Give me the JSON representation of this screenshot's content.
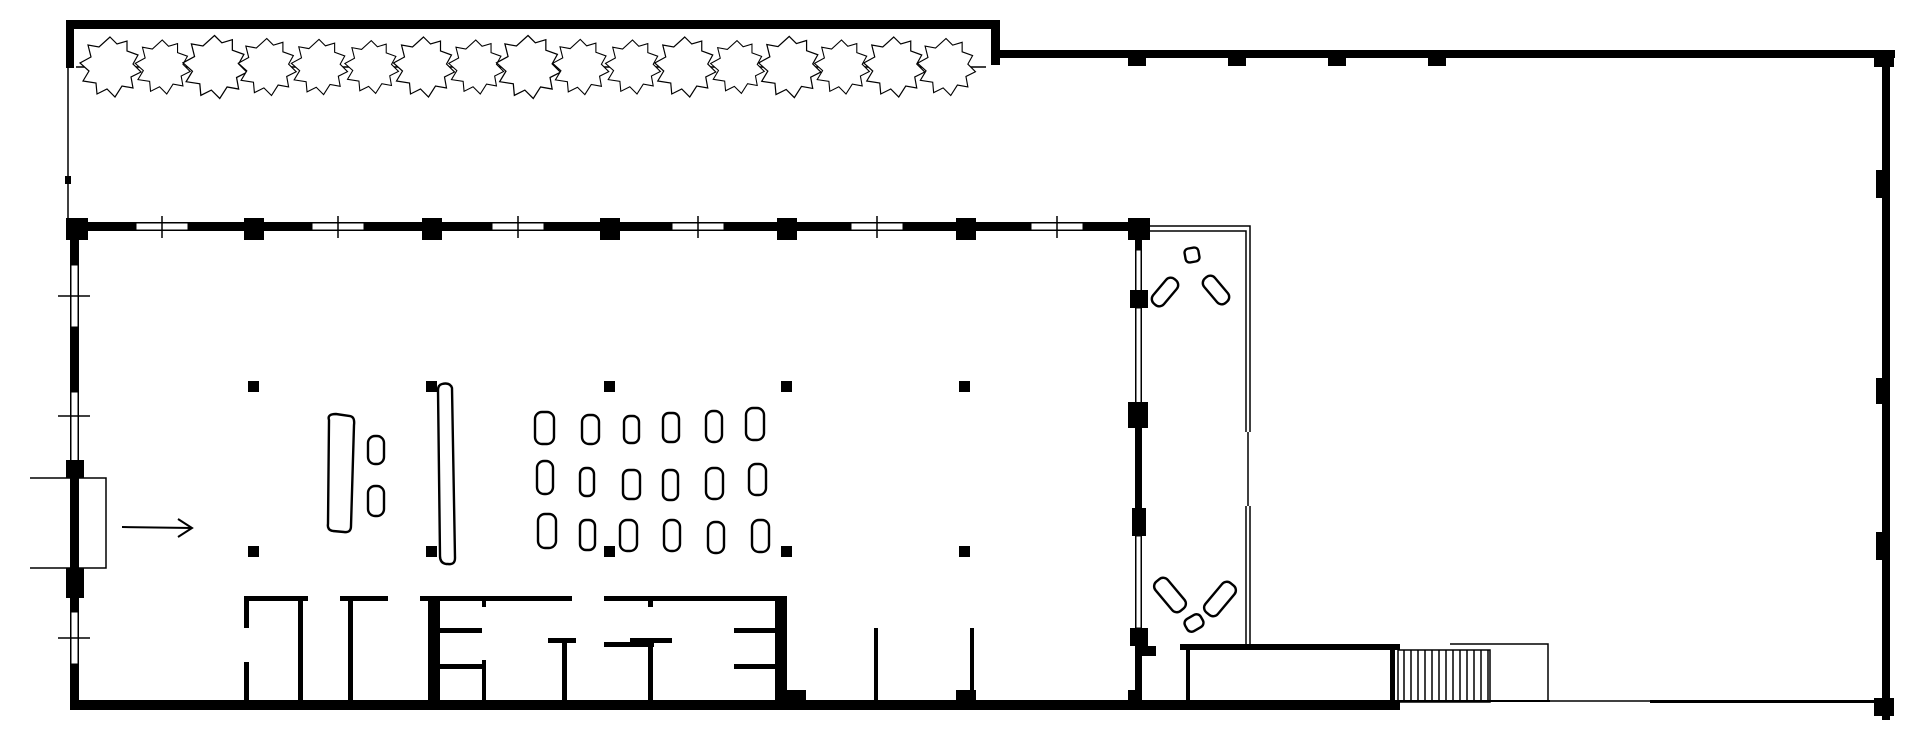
{
  "plan": {
    "type": "architectural-floor-plan",
    "labels": [],
    "colors": {
      "line": "#000000",
      "background": "#ffffff"
    },
    "icons": {
      "entry": "entry-arrow-icon",
      "tree": "tree-icon",
      "stairs": "stairs-icon"
    },
    "counts": {
      "trees": 17,
      "audience_seats": 18,
      "columns": 10,
      "lounge_chairs": 6
    }
  }
}
